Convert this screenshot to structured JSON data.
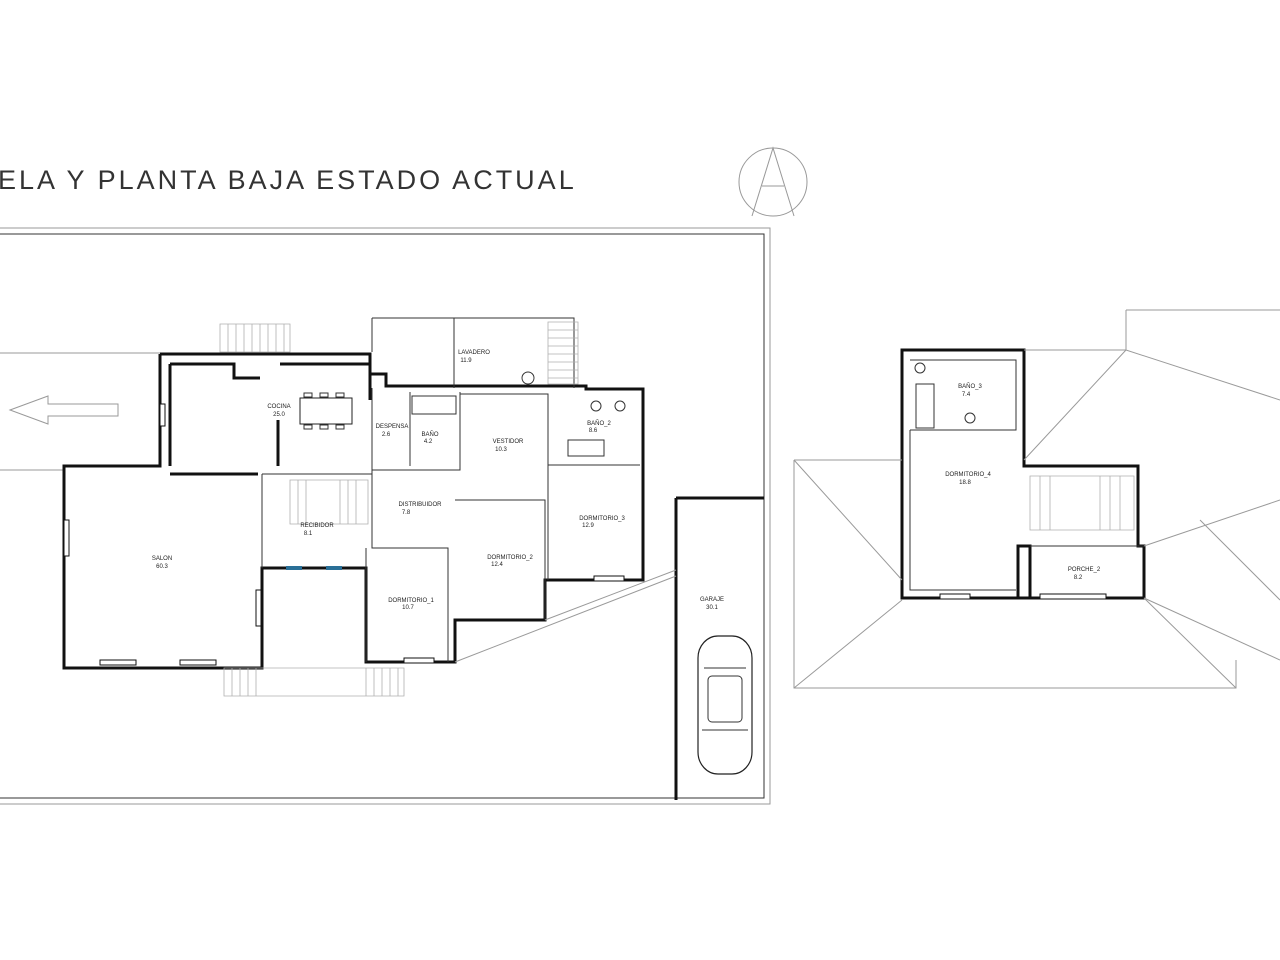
{
  "title": "ELA Y PLANTA BAJA ESTADO ACTUAL",
  "colors": {
    "wall": "#111111",
    "line": "#333333",
    "faint": "#9a9a9a",
    "window": "#2a6f97"
  },
  "icons": {
    "north_arrow": "north-arrow-icon",
    "car": "car-icon",
    "arrow": "left-arrow-icon"
  },
  "ground_floor": {
    "cocina": {
      "name": "COCINA",
      "area": "25.0"
    },
    "lavadero": {
      "name": "LAVADERO",
      "area": "11.9"
    },
    "despensa": {
      "name": "DESPENSA",
      "area": "2.6"
    },
    "bano_1": {
      "name": "BAÑO",
      "area": "4.2"
    },
    "vestidor": {
      "name": "VESTIDOR",
      "area": "10.3"
    },
    "bano_2": {
      "name": "BAÑO_2",
      "area": "8.6"
    },
    "distribuidor": {
      "name": "DISTRIBUIDOR",
      "area": "7.8"
    },
    "recibidor": {
      "name": "RECIBIDOR",
      "area": "8.1"
    },
    "salon": {
      "name": "SALON",
      "area": "60.3"
    },
    "dormitorio_1": {
      "name": "DORMITORIO_1",
      "area": "10.7"
    },
    "dormitorio_2": {
      "name": "DORMITORIO_2",
      "area": "12.4"
    },
    "dormitorio_3": {
      "name": "DORMITORIO_3",
      "area": "12.9"
    },
    "garaje": {
      "name": "GARAJE",
      "area": "30.1"
    }
  },
  "upper_floor": {
    "bano_3": {
      "name": "BAÑO_3",
      "area": "7.4"
    },
    "dormitorio_4": {
      "name": "DORMITORIO_4",
      "area": "18.8"
    },
    "porche_2": {
      "name": "PORCHE_2",
      "area": "8.2"
    }
  }
}
